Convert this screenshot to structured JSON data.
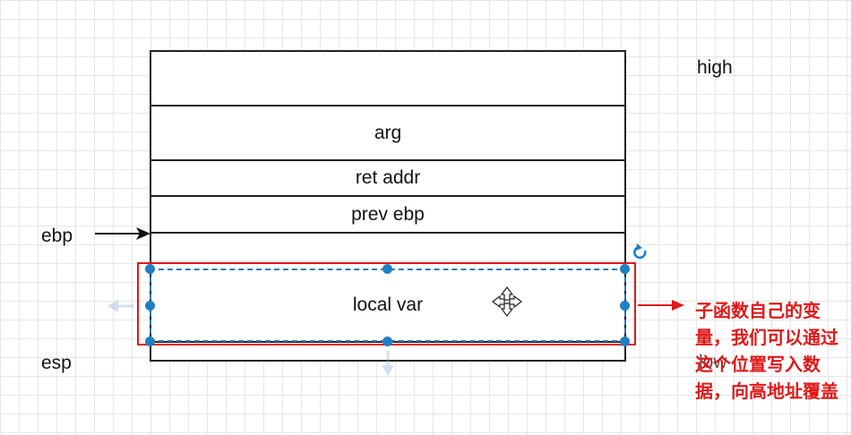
{
  "stack": {
    "cells": {
      "top": "",
      "arg": "arg",
      "ret_addr": "ret addr",
      "prev_ebp": "prev ebp",
      "local_var": "local var",
      "bottom": ""
    }
  },
  "labels": {
    "high": "high",
    "low": "low",
    "ebp": "ebp",
    "esp": "esp"
  },
  "annotation": "子函数自己的变量，我们可以通过这个位置写入数据，向高地址覆盖",
  "colors": {
    "accent": "#e01818",
    "selection": "#1e7fc4",
    "border": "#222222"
  },
  "icons": [
    "rotate-icon",
    "move-icon",
    "ebp-arrow-icon",
    "annotation-arrow-icon"
  ]
}
